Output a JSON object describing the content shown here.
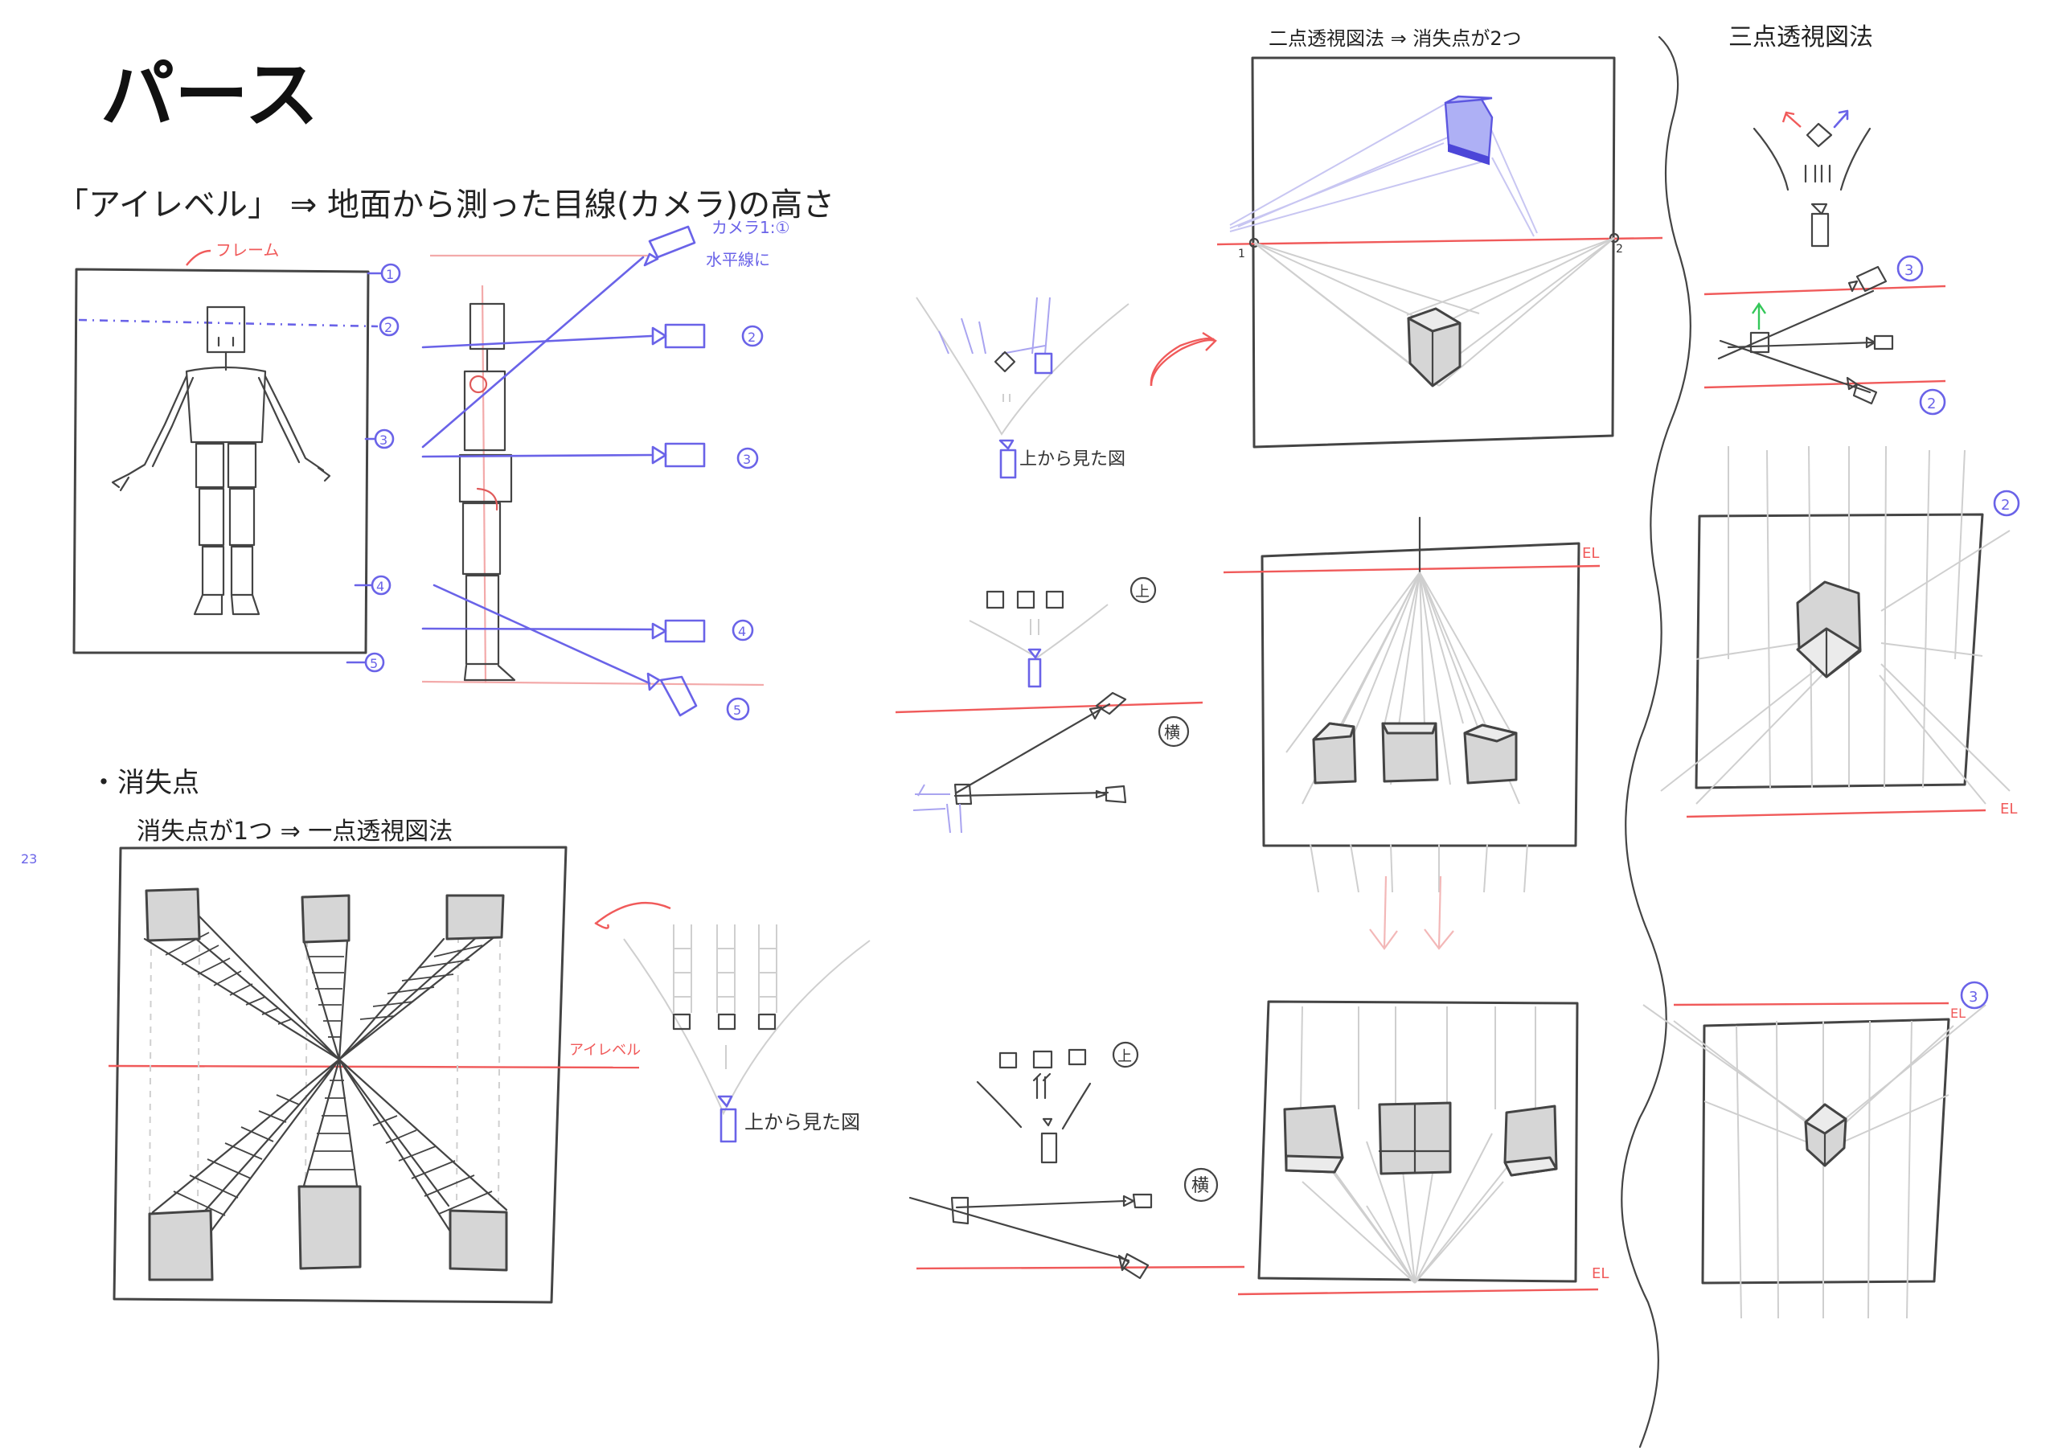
{
  "title": "パース",
  "eye_level_heading": "「アイレベル」 ⇒ 地面から測った目線(カメラ)の高さ",
  "frame_label": "フレーム",
  "camera_note_line1": "カメラ1:①",
  "camera_note_line2": "水平線に",
  "markers": [
    "1",
    "2",
    "3",
    "4",
    "5"
  ],
  "vanishing_heading": "・消失点",
  "one_point_heading": "消失点が1つ ⇒ 一点透視図法",
  "side_number": "23",
  "eye_level_label": "アイレベル",
  "top_view_label": "上から見た図",
  "two_point_heading": "二点透視図法 ⇒ 消失点が2つ",
  "vp_labels": [
    "1",
    "2"
  ],
  "three_point_heading": "三点透視図法",
  "el_label": "EL",
  "badge_top": "上",
  "badge_side": "横",
  "colors": {
    "ink": "#444444",
    "red": "#f05a5a",
    "blue": "#6a63e8",
    "cube_blue": "#aeb0f5",
    "guide": "#cfcfcf",
    "green": "#34c759"
  }
}
